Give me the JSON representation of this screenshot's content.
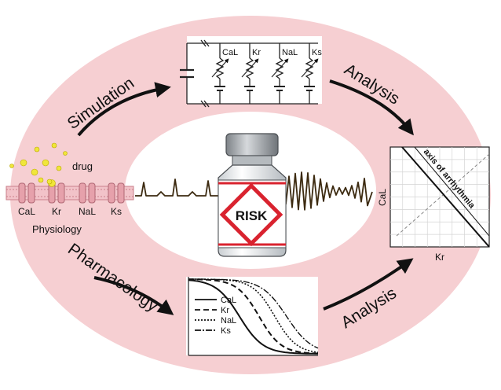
{
  "colors": {
    "ring": "#f6cfd2",
    "membrane": "#e9a7b0",
    "channel": "#e6a1ab",
    "drug": "#f0e63a",
    "risk_red": "#d9232f",
    "ecg": "#3c2a10",
    "bottle_cap": "#9fa4a8"
  },
  "top_arc": {
    "label": "Simulation"
  },
  "bottom_arc": {
    "label": "Pharmacology"
  },
  "right_top_arc": {
    "label": "Analysis"
  },
  "right_bottom_arc": {
    "label": "Analysis"
  },
  "circuit": {
    "channels": [
      "CaL",
      "Kr",
      "NaL",
      "Ks"
    ]
  },
  "cell": {
    "drug_label": "drug",
    "channels": [
      "CaL",
      "Kr",
      "NaL",
      "Ks"
    ],
    "caption": "Physiology"
  },
  "vial": {
    "label": "RISK"
  },
  "risk_plot": {
    "band_label": "axis of arrhythmia",
    "xlabel": "Kr",
    "ylabel": "CaL"
  },
  "dose_plot": {
    "legend": [
      "CaL",
      "Kr",
      "NaL",
      "Ks"
    ]
  }
}
